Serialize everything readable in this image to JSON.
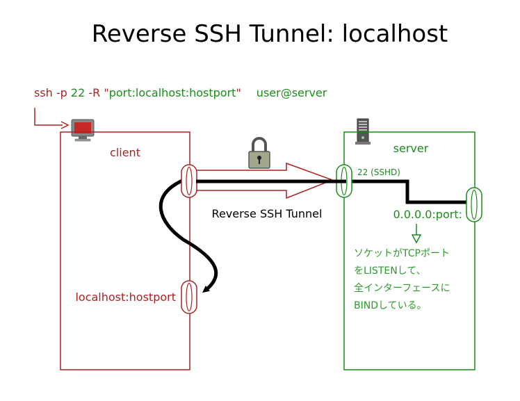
{
  "title": "Reverse SSH Tunnel: localhost",
  "command": {
    "prefix": "ssh -p ",
    "port": "22",
    "flag": "  -R ",
    "quote_open": "\"",
    "forward_spec": "port:localhost:hostport",
    "quote_close": "\"",
    "target": "user@server"
  },
  "client": {
    "label": "client",
    "endpoint_label": "localhost:hostport",
    "icon": "monitor-icon"
  },
  "server": {
    "label": "server",
    "sshd_label": "22 (SSHD)",
    "listen_label": "0.0.0.0:port:",
    "icon": "server-tower-icon",
    "note_lines": [
      "ソケットがTCPポート",
      "をLISTENして、",
      "全インターフェースに",
      "BINDしている。"
    ]
  },
  "tunnel": {
    "label": "Reverse SSH Tunnel",
    "icon": "padlock-icon"
  },
  "colors": {
    "client": "#aa2222",
    "server": "#1a8c1a",
    "tunnel_line": "#000000"
  }
}
